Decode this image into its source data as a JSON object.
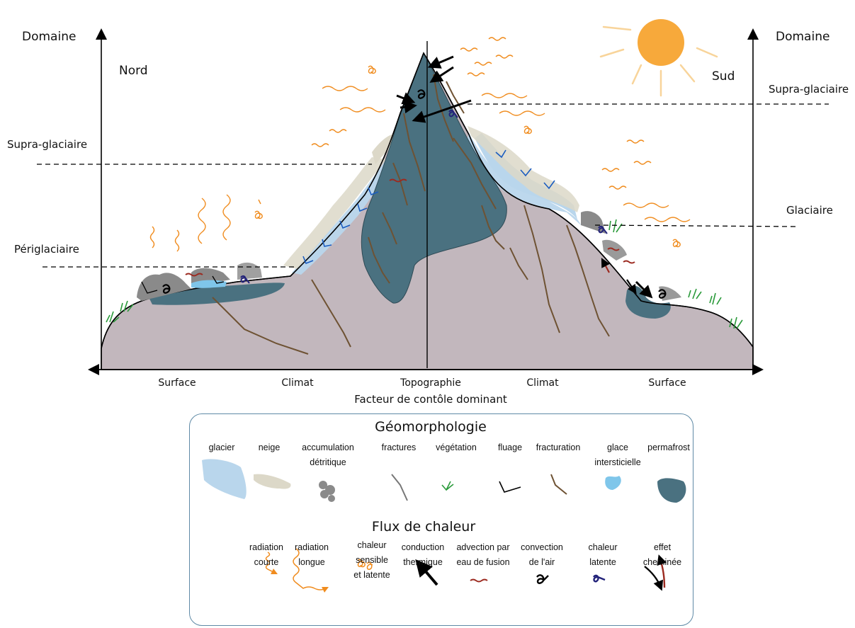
{
  "diagram": {
    "axis_left_top": "Domaine",
    "axis_right_top": "Domaine",
    "north": "Nord",
    "south": "Sud",
    "left_domains": {
      "supra": "Supra-glaciaire",
      "peri": "Périglaciaire"
    },
    "right_domains": {
      "supra": "Supra-glaciaire",
      "glaciaire": "Glaciaire"
    },
    "factors": {
      "left_surface": "Surface",
      "left_climat": "Climat",
      "center": "Topographie",
      "right_climat": "Climat",
      "right_surface": "Surface"
    },
    "x_title": "Facteur de contôle dominant"
  },
  "legend": {
    "geomorph_title": "Géomorphologie",
    "geomorph": [
      {
        "line1": "glacier",
        "line2": "",
        "icon": "glacier-icon"
      },
      {
        "line1": "neige",
        "line2": "",
        "icon": "snow-icon"
      },
      {
        "line1": "accumulation",
        "line2": "détritique",
        "icon": "debris-icon"
      },
      {
        "line1": "fractures",
        "line2": "",
        "icon": "fracture-icon"
      },
      {
        "line1": "végétation",
        "line2": "",
        "icon": "vegetation-icon"
      },
      {
        "line1": "fluage",
        "line2": "",
        "icon": "creep-icon"
      },
      {
        "line1": "fracturation",
        "line2": "",
        "icon": "fracturing-icon"
      },
      {
        "line1": "glace",
        "line2": "intersticielle",
        "icon": "interstitial-ice-icon"
      },
      {
        "line1": "permafrost",
        "line2": "",
        "icon": "permafrost-icon"
      }
    ],
    "heat_title": "Flux de chaleur",
    "heat": [
      {
        "lines": [
          "radiation",
          "courte"
        ],
        "icon": "shortwave-radiation-icon"
      },
      {
        "lines": [
          "radiation",
          "longue"
        ],
        "icon": "longwave-radiation-icon"
      },
      {
        "lines": [
          "chaleur",
          "sensible",
          "et latente"
        ],
        "icon": "sensible-latent-heat-icon"
      },
      {
        "lines": [
          "conduction",
          "thermique"
        ],
        "icon": "thermal-conduction-icon"
      },
      {
        "lines": [
          "advection par",
          "eau de fusion"
        ],
        "icon": "meltwater-advection-icon"
      },
      {
        "lines": [
          "convection",
          "de l'air"
        ],
        "icon": "air-convection-icon"
      },
      {
        "lines": [
          "chaleur",
          "latente"
        ],
        "icon": "latent-heat-icon"
      },
      {
        "lines": [
          "effet",
          "cheminée"
        ],
        "icon": "chimney-effect-icon"
      }
    ]
  },
  "colors": {
    "rock": "#c2b7bd",
    "permafrost": "#4a7180",
    "glacier": "#b9d6ec",
    "snow": "#dcd8c8",
    "debris": "#8a8a8a",
    "fracture": "#6e5233",
    "vegetation": "#2a9a3a",
    "radiation": "#f08c1e",
    "latent": "#23237a",
    "advection": "#9c2a20",
    "sun": "#f7a93b",
    "sun_rays": "#f8d49a",
    "legend_border": "#5f8aa6"
  }
}
